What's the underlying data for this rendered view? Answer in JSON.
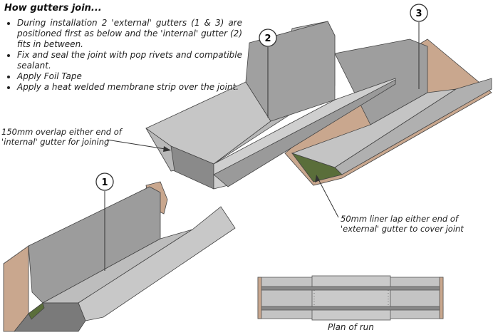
{
  "title": "How gutters join...",
  "bullets": [
    "During installation 2 'external' gutters (1 & 3) are positioned first as below and the 'internal' gutter (2) fits in between.",
    "Fix and seal the joint with pop rivets and compatible sealant.",
    "Apply Foil Tape",
    "Apply a heat welded membrane strip over the joint."
  ],
  "callouts": {
    "overlap": [
      "150mm overlap either end of",
      "'internal' gutter for joining"
    ],
    "liner_lap": [
      "50mm liner lap either end of",
      "'external' gutter to cover joint"
    ]
  },
  "gutter_labels": [
    "1",
    "2",
    "3"
  ],
  "plan_caption": "Plan of run",
  "colors": {
    "metal_light": "#c8c8c8",
    "metal_mid": "#a8a8a8",
    "metal_dark": "#7a7a7a",
    "timber": "#c9a78e",
    "liner_green": "#5a6e3a"
  }
}
